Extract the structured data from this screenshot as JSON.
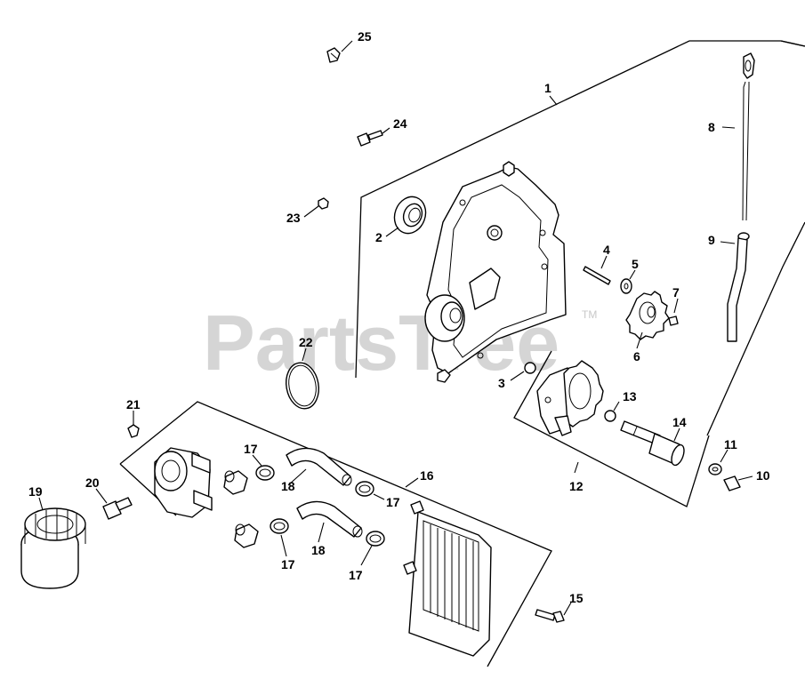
{
  "watermark": {
    "text": "PartsTree",
    "tm": "TM"
  },
  "callouts": {
    "c1": "1",
    "c2": "2",
    "c3": "3",
    "c4": "4",
    "c5": "5",
    "c6": "6",
    "c7": "7",
    "c8": "8",
    "c9": "9",
    "c10": "10",
    "c11": "11",
    "c12": "12",
    "c13": "13",
    "c14": "14",
    "c15": "15",
    "c16": "16",
    "c17a": "17",
    "c17b": "17",
    "c17c": "17",
    "c17d": "17",
    "c18a": "18",
    "c18b": "18",
    "c19": "19",
    "c20": "20",
    "c21": "21",
    "c22": "22",
    "c23": "23",
    "c24": "24",
    "c25": "25"
  }
}
